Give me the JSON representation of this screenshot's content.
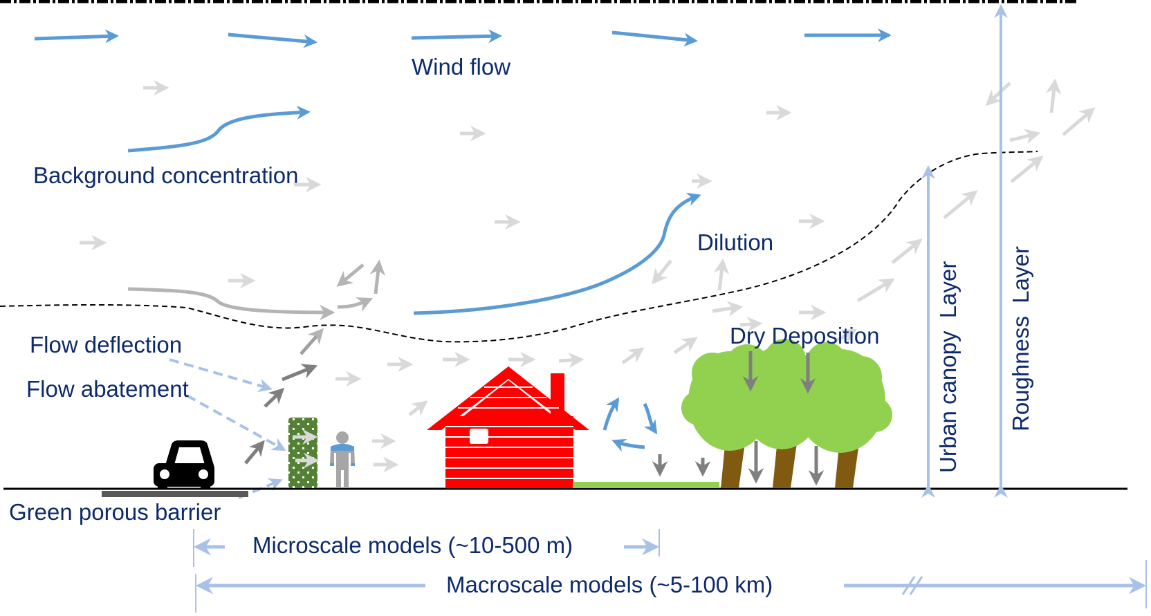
{
  "labels": {
    "wind_flow": "Wind flow",
    "background_concentration": "Background concentration",
    "dilution": "Dilution",
    "flow_deflection": "Flow deflection",
    "flow_abatement": "Flow abatement",
    "dry_deposition": "Dry Deposition",
    "green_porous_barrier": "Green porous barrier",
    "urban_canopy_layer": "Urban canopy  Layer",
    "roughness_layer": "Roughness  Layer",
    "microscale_models": "Microscale models (~10-500 m)",
    "macroscale_models": "Macroscale models (~5-100 km)"
  },
  "colors": {
    "text": "#0d2a6b",
    "wind_arrow": "#5b9bd5",
    "light_gray_arrow": "#d9d9d9",
    "mid_gray_arrow": "#b4b4b4",
    "dark_gray_arrow": "#7f7f7f",
    "scale_arrow": "#a9c1e6",
    "house": "#ff0000",
    "tree_canopy": "#92d050",
    "tree_trunk": "#7f5a10",
    "barrier": "#548235",
    "grass": "#92d050",
    "ground": "#000000",
    "road": "#595959"
  }
}
